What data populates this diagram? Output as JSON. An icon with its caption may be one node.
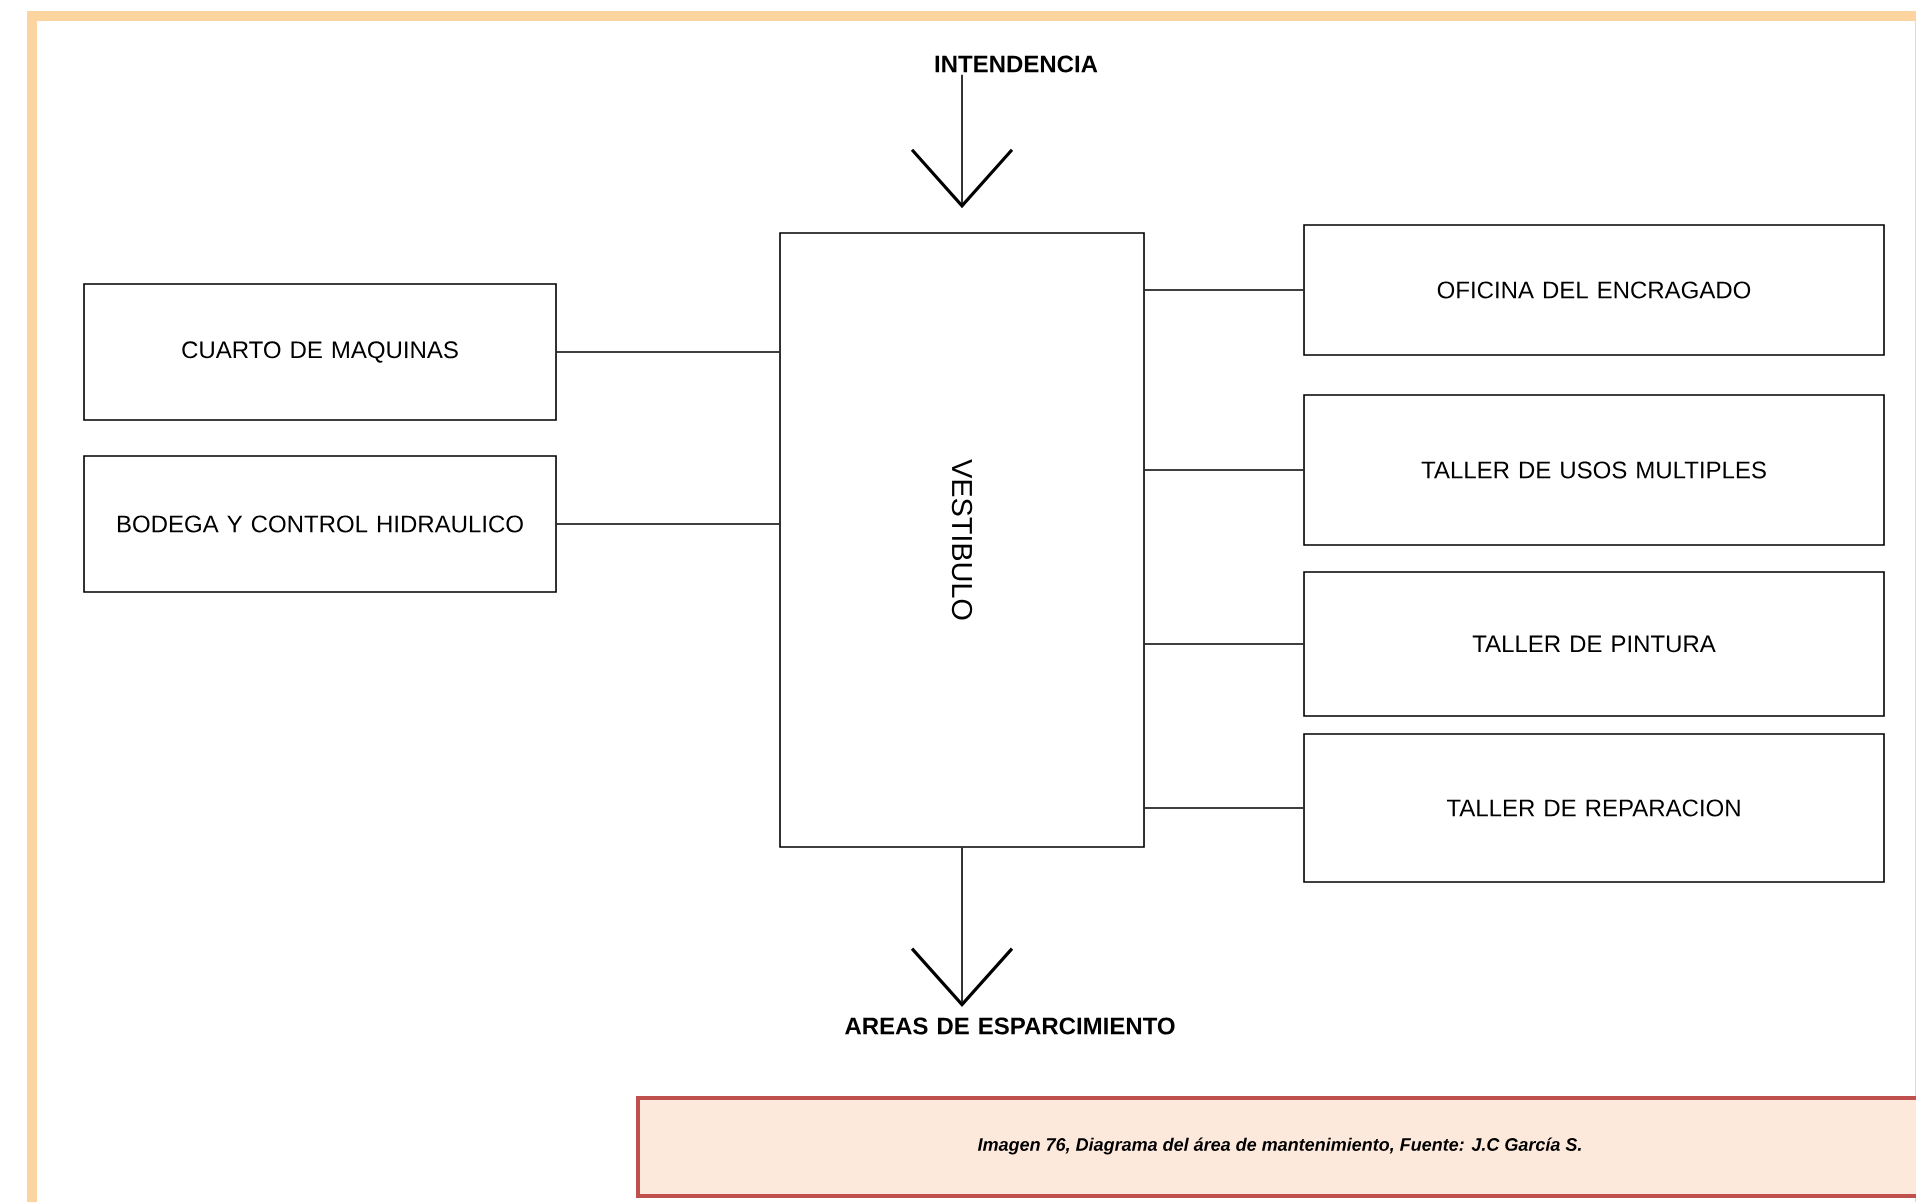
{
  "diagram": {
    "caption": "Imagen 76, Diagrama del área de mantenimiento, Fuente: J.C García S.",
    "nodes": [
      {
        "text": [
          "INTENDENCIA"
        ]
      },
      {
        "text": [
          "VESTIBULO"
        ]
      },
      {
        "text": [
          "CUARTO DE MAQUINAS"
        ]
      },
      {
        "text": [
          "BODEGA Y CONTROL HIDRAULICO"
        ]
      },
      {
        "text": [
          "OFICINA DEL ENCRAGADO"
        ]
      },
      {
        "text": [
          "TALLER DE USOS MULTIPLES"
        ]
      },
      {
        "text": [
          "TALLER DE PINTURA"
        ]
      },
      {
        "text": [
          "TALLER DE REPARACION"
        ]
      },
      {
        "text": [
          "AREAS DE ESPARCIMIENTO"
        ]
      }
    ],
    "edges": [
      {
        "from": 0,
        "to": 1,
        "arrow": "to"
      },
      {
        "from": 1,
        "to": 8,
        "arrow": "to"
      },
      {
        "from": 2,
        "to": 1,
        "arrow": "none"
      },
      {
        "from": 3,
        "to": 1,
        "arrow": "none"
      },
      {
        "from": 1,
        "to": 4,
        "arrow": "none"
      },
      {
        "from": 1,
        "to": 5,
        "arrow": "none"
      },
      {
        "from": 1,
        "to": 6,
        "arrow": "none"
      },
      {
        "from": 1,
        "to": 7,
        "arrow": "none"
      }
    ]
  }
}
